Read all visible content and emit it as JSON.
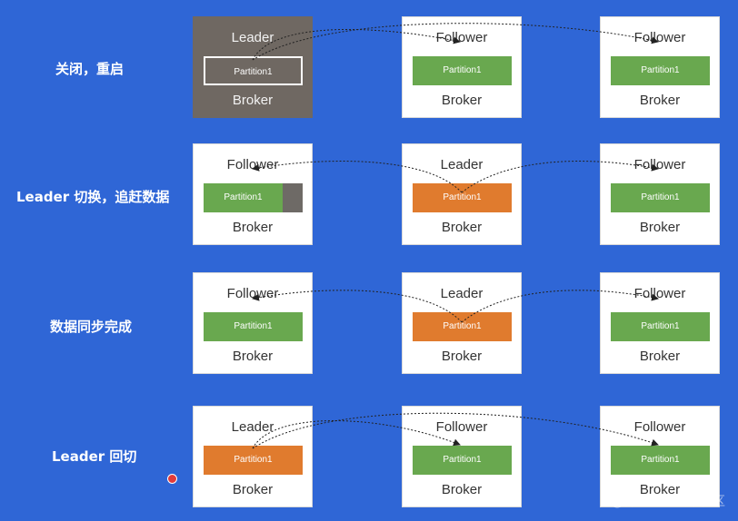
{
  "rows": [
    {
      "label": "关闭，重启",
      "brokers": [
        {
          "role": "Leader",
          "partition": "Partition1",
          "broker": "Broker"
        },
        {
          "role": "Follower",
          "partition": "Partition1",
          "broker": "Broker"
        },
        {
          "role": "Follower",
          "partition": "Partition1",
          "broker": "Broker"
        }
      ]
    },
    {
      "label": "Leader 切换，追赶数据",
      "brokers": [
        {
          "role": "Follower",
          "partition": "Partition1",
          "broker": "Broker"
        },
        {
          "role": "Leader",
          "partition": "Partition1",
          "broker": "Broker"
        },
        {
          "role": "Follower",
          "partition": "Partition1",
          "broker": "Broker"
        }
      ]
    },
    {
      "label": "数据同步完成",
      "brokers": [
        {
          "role": "Follower",
          "partition": "Partition1",
          "broker": "Broker"
        },
        {
          "role": "Leader",
          "partition": "Partition1",
          "broker": "Broker"
        },
        {
          "role": "Follower",
          "partition": "Partition1",
          "broker": "Broker"
        }
      ]
    },
    {
      "label": "Leader 回切",
      "brokers": [
        {
          "role": "Leader",
          "partition": "Partition1",
          "broker": "Broker"
        },
        {
          "role": "Follower",
          "partition": "Partition1",
          "broker": "Broker"
        },
        {
          "role": "Follower",
          "partition": "Partition1",
          "broker": "Broker"
        }
      ]
    }
  ],
  "colors": {
    "background": "#2f66d6",
    "follower_partition": "#69a84f",
    "leader_partition": "#e07b2e",
    "down_broker": "#6f6862"
  },
  "watermark": "@稀土掘金技术社区"
}
